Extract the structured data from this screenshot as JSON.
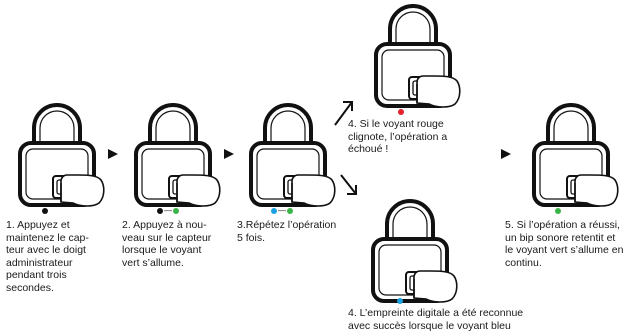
{
  "colors": {
    "black": "#111111",
    "green": "#3bb54a",
    "blue": "#1ba1e2",
    "red": "#e4202a"
  },
  "steps": [
    {
      "text": "1. Appuyez et\nmaintenez le cap-\nteur avec le doigt\nadministrateur\npendant trois\nsecondes.",
      "indicator": [
        "black"
      ]
    },
    {
      "text": "2. Appuyez à nou-\nveau sur le capteur\nlorsque le voyant\nvert s’allume.",
      "indicator": [
        "black",
        "green"
      ]
    },
    {
      "text": "3.Répétez l’opération\n5 fois.",
      "indicator": [
        "blue",
        "green"
      ]
    },
    {
      "text": "4.  Si le voyant rouge\nclignote, l’opération a\néchoué !",
      "indicator": [
        "red"
      ]
    },
    {
      "text": "4. L’empreinte digitale a été reconnue\navec succès lorsque le voyant bleu",
      "indicator": [
        "blue"
      ]
    },
    {
      "text": "5. Si l’opération a réussi,\nun bip sonore retentit et\nle voyant vert s’allume en\ncontinu.",
      "indicator": [
        "green"
      ]
    }
  ],
  "connector_glyph": "—"
}
